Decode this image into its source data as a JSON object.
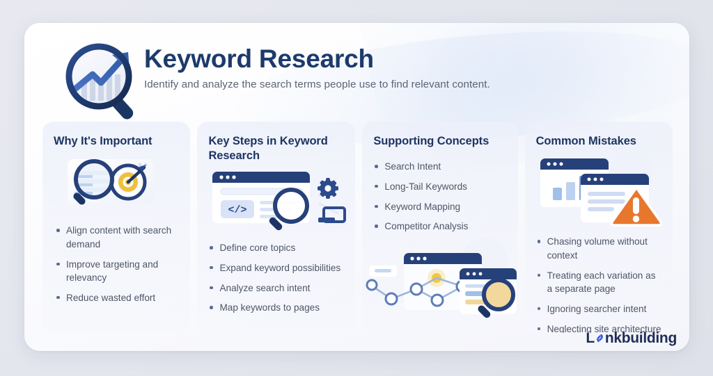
{
  "header": {
    "title": "Keyword Research",
    "subtitle": "Identify and analyze the search terms people use to find relevant content.",
    "logo_icon": "magnifier-chart-icon"
  },
  "colors": {
    "title_navy": "#1d3a6b",
    "card_navy": "#1d3563",
    "body_gray": "#4e5567",
    "bullet_blue": "#5a6a93",
    "accent_blue": "#3a5bd9",
    "warning_orange": "#e8772e",
    "target_yellow": "#f0c03a"
  },
  "columns": [
    {
      "id": "why-its-important",
      "title": "Why It's Important",
      "art": "magnifier-target-icon",
      "bullets": [
        "Align content with search demand",
        "Improve targeting and relevancy",
        "Reduce wasted effort"
      ]
    },
    {
      "id": "key-steps",
      "title": "Key Steps in Keyword Research",
      "art": "browser-code-gear-icon",
      "bullets": [
        "Define core topics",
        "Expand keyword possibilities",
        "Analyze search intent",
        "Map keywords to pages"
      ]
    },
    {
      "id": "supporting-concepts",
      "title": "Supporting Concepts",
      "art": "network-browser-magnifier-icon",
      "bullets": [
        "Search Intent",
        "Long-Tail Keywords",
        "Keyword Mapping",
        "Competitor Analysis"
      ]
    },
    {
      "id": "common-mistakes",
      "title": "Common Mistakes",
      "art": "browser-chart-warning-icon",
      "bullets": [
        "Chasing volume without context",
        "Treating each variation as a separate page",
        "Ignoring searcher intent",
        "Neglecting site architecture"
      ]
    }
  ],
  "brand": {
    "prefix": "L",
    "chain_icon": "chain-link-icon",
    "suffix": "nkbuilding",
    "full_text": "Linkbuilding"
  }
}
